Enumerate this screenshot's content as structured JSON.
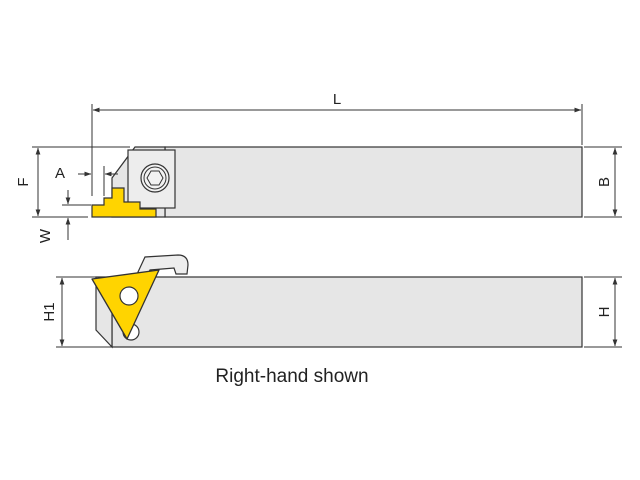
{
  "dimensions": {
    "L": "L",
    "B": "B",
    "F": "F",
    "A": "A",
    "W": "W",
    "H1": "H1",
    "H": "H"
  },
  "caption": "Right-hand shown",
  "colors": {
    "body_fill": "#e6e6e6",
    "outline": "#333333",
    "insert_yellow": "#ffd400",
    "dim_line": "#333333"
  }
}
